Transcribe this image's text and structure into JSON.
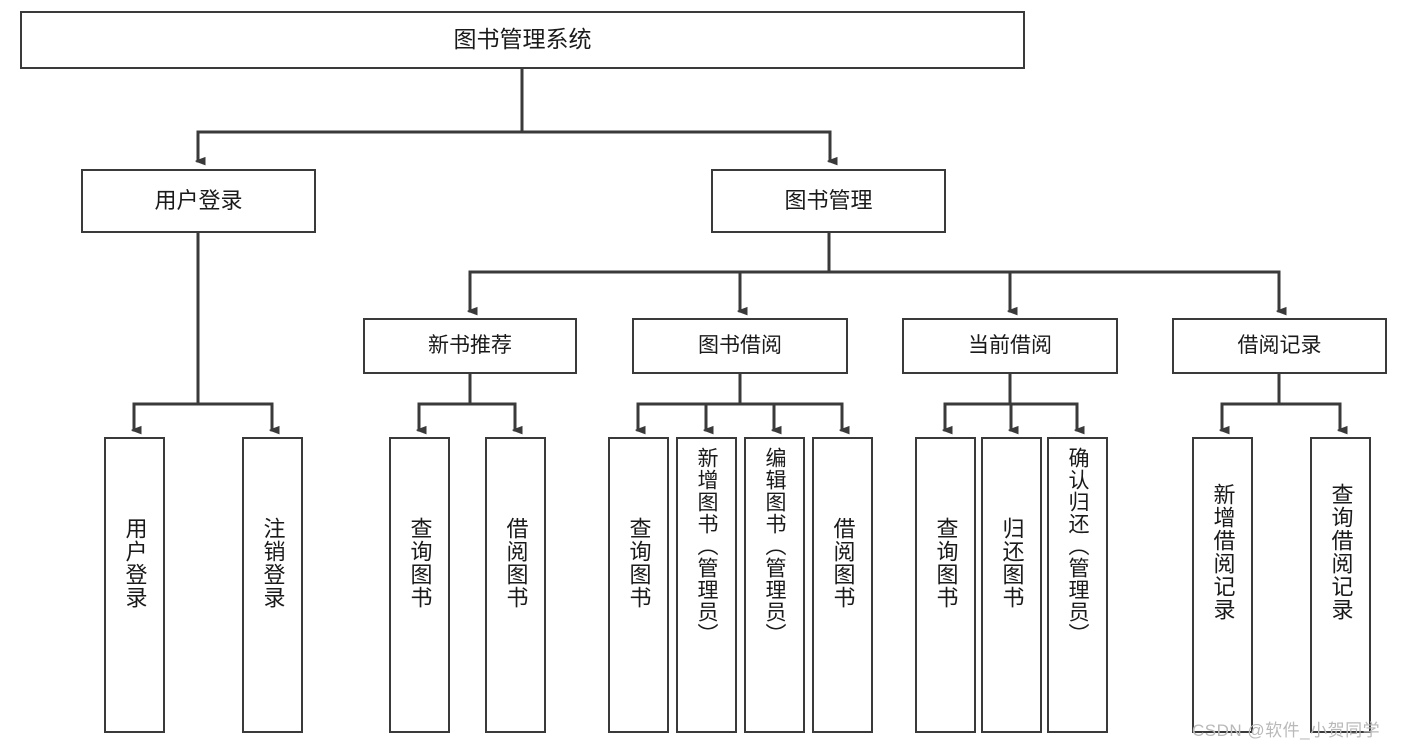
{
  "diagram": {
    "type": "tree-hierarchy-diagram",
    "title": "图书管理系统",
    "colors": {
      "background": "#ffffff",
      "box_border": "#3a3a3a",
      "box_fill": "#ffffff",
      "connector": "#3a3a3a",
      "text": "#1a1a1a",
      "watermark": "#b9b9b9"
    },
    "root": {
      "label": "图书管理系统"
    },
    "level2": [
      {
        "id": "user-login",
        "label": "用户登录"
      },
      {
        "id": "book-management",
        "label": "图书管理"
      }
    ],
    "level3": [
      {
        "id": "new-book-recommend",
        "label": "新书推荐"
      },
      {
        "id": "book-borrow",
        "label": "图书借阅"
      },
      {
        "id": "current-borrow",
        "label": "当前借阅"
      },
      {
        "id": "borrow-record",
        "label": "借阅记录"
      }
    ],
    "leaves": [
      {
        "id": "leaf-user-login",
        "label": "用户登录",
        "parent": "user-login"
      },
      {
        "id": "leaf-logout",
        "label": "注销登录",
        "parent": "user-login"
      },
      {
        "id": "leaf-query-book-1",
        "label": "查询图书",
        "parent": "new-book-recommend"
      },
      {
        "id": "leaf-borrow-book-1",
        "label": "借阅图书",
        "parent": "new-book-recommend"
      },
      {
        "id": "leaf-query-book-2",
        "label": "查询图书",
        "parent": "book-borrow"
      },
      {
        "id": "leaf-add-book",
        "label": "新增图书（管理员）",
        "parent": "book-borrow"
      },
      {
        "id": "leaf-edit-book",
        "label": "编辑图书（管理员）",
        "parent": "book-borrow"
      },
      {
        "id": "leaf-borrow-book-2",
        "label": "借阅图书",
        "parent": "book-borrow"
      },
      {
        "id": "leaf-query-book-3",
        "label": "查询图书",
        "parent": "current-borrow"
      },
      {
        "id": "leaf-return-book",
        "label": "归还图书",
        "parent": "current-borrow"
      },
      {
        "id": "leaf-confirm-return",
        "label": "确认归还（管理员）",
        "parent": "current-borrow"
      },
      {
        "id": "leaf-add-record",
        "label": "新增借阅记录",
        "parent": "borrow-record"
      },
      {
        "id": "leaf-query-record",
        "label": "查询借阅记录",
        "parent": "borrow-record"
      }
    ],
    "watermark": "CSDN @软件_小贺同学"
  }
}
